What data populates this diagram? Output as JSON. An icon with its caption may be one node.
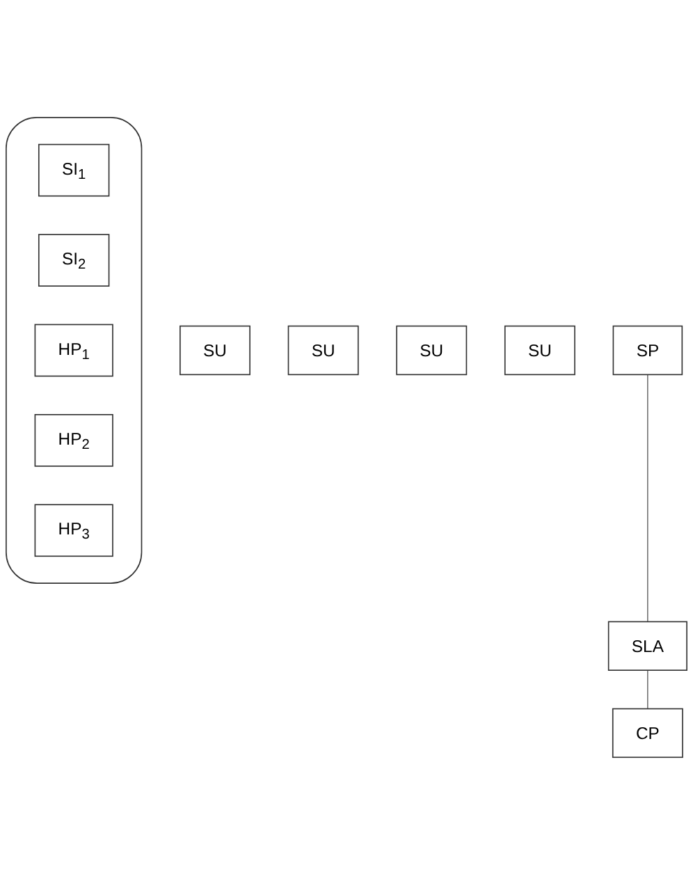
{
  "diagram": {
    "nodes": [
      {
        "text": [
          "SU"
        ]
      },
      {
        "text": [
          "SU"
        ]
      },
      {
        "text": [
          "SU"
        ]
      },
      {
        "text": [
          "SU"
        ]
      },
      {
        "text": [
          "SP"
        ]
      },
      {
        "text": [
          "SLA"
        ]
      },
      {
        "text": [
          "CP"
        ]
      },
      {
        "text": [],
        "shape": "cloud"
      },
      {
        "text": [
          "SI$_{1}$"
        ],
        "in": 7
      },
      {
        "text": [
          "SI$_{2}$"
        ],
        "in": 7
      },
      {
        "text": [
          "HP$_{1}$"
        ],
        "in": 7
      },
      {
        "text": [
          "HP$_{2}$"
        ],
        "in": 7
      },
      {
        "text": [
          "HP$_{3}$"
        ],
        "in": 7
      }
    ],
    "edges": [
      {
        "from": 4,
        "to": 5,
        "arrow": "none"
      },
      {
        "from": 5,
        "to": 6,
        "arrow": "none"
      }
    ]
  }
}
